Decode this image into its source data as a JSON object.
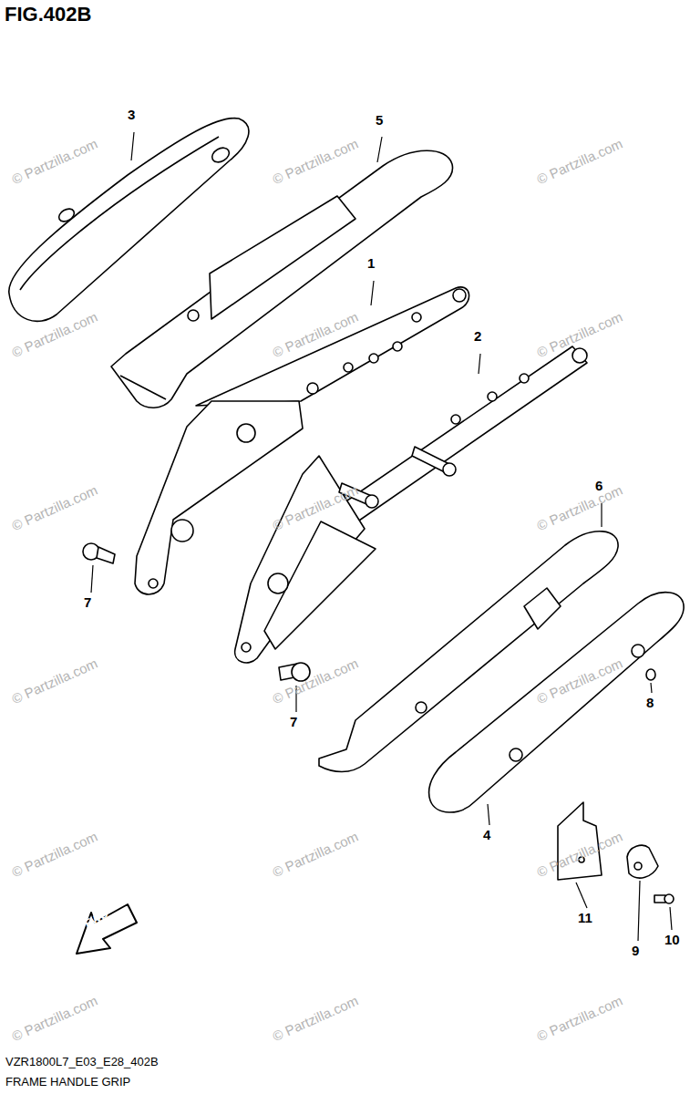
{
  "diagram": {
    "title": "FIG.402B",
    "caption": "FRAME HANDLE GRIP",
    "labels": [
      "3",
      "5",
      "1",
      "2",
      "6",
      "7",
      "7",
      "8",
      "4",
      "11",
      "9",
      "10",
      "FWD",
      "VZR1800L7_E03_E28_402B",
      "© Partzilla.com",
      "© Partzilla.com",
      "© Partzilla.com",
      "© Partzilla.com",
      "© Partzilla.com",
      "© Partzilla.com",
      "© Partzilla.com",
      "© Partzilla.com",
      "© Partzilla.com",
      "© Partzilla.com",
      "© Partzilla.com",
      "© Partzilla.com",
      "© Partzilla.com",
      "© Partzilla.com",
      "© Partzilla.com",
      "© Partzilla.com",
      "© Partzilla.com",
      "© Partzilla.com"
    ]
  }
}
